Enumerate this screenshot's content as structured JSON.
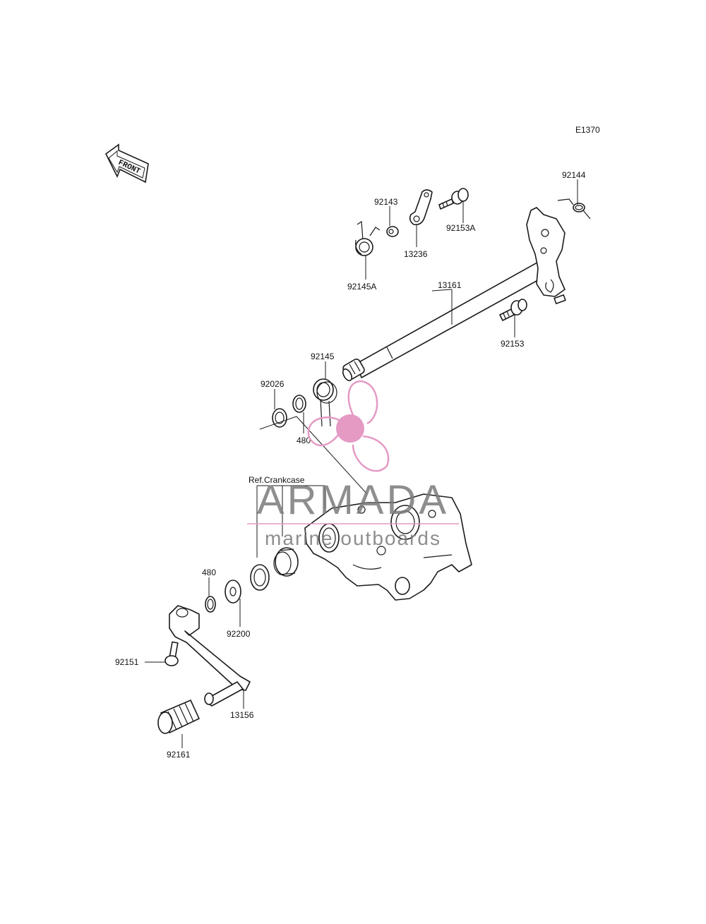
{
  "diagram_code": "E1370",
  "front_arrow_text": "FRONT",
  "ref_label": "Ref.Crankcase",
  "parts": {
    "p92144": "92144",
    "p92143": "92143",
    "p92153A": "92153A",
    "p13236": "13236",
    "p92145A": "92145A",
    "p13161": "13161",
    "p92153": "92153",
    "p92145": "92145",
    "p92026": "92026",
    "p480_top": "480",
    "p480_bottom": "480",
    "p92200": "92200",
    "p92151": "92151",
    "p13156": "13156",
    "p92161": "92161"
  },
  "watermark": {
    "brand": "ARMADA",
    "tagline": "marine outboards",
    "color": "#e59ac4",
    "text_color": "#7a7a7a"
  }
}
